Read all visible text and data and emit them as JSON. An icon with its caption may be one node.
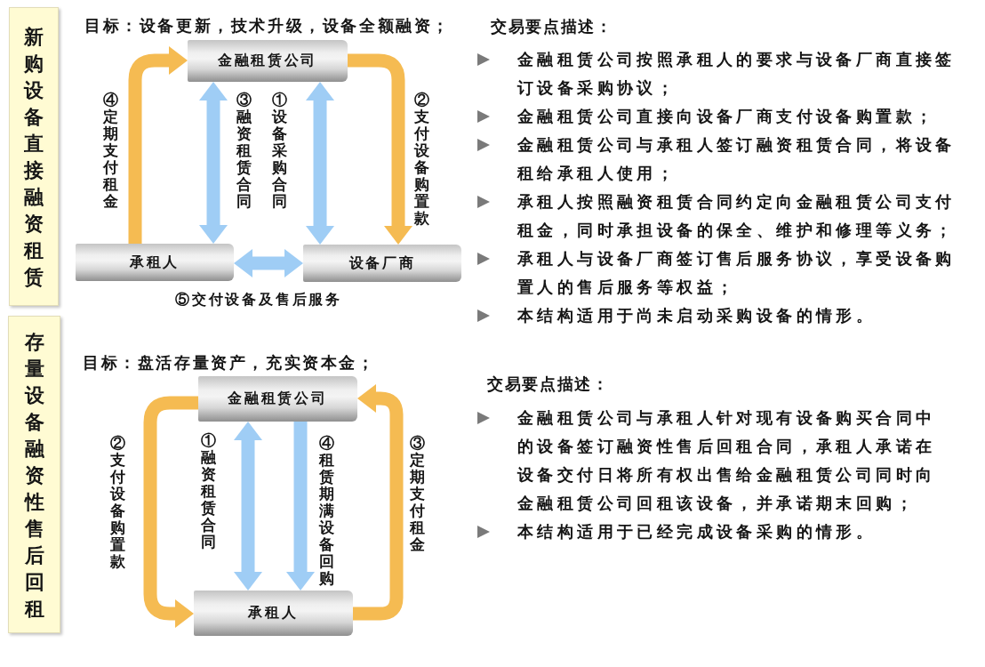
{
  "diagram": {
    "nodes": [
      {
        "text": [
          "新购设备直接融资租赁"
        ]
      },
      {
        "text": [
          "金融租赁公司"
        ]
      },
      {
        "text": [
          "承租人"
        ]
      },
      {
        "text": [
          "设备厂商"
        ]
      },
      {
        "text": [
          "存量设备融资性售后回租"
        ]
      },
      {
        "text": [
          "金融租赁公司"
        ]
      },
      {
        "text": [
          "承租人"
        ]
      }
    ],
    "edges": [
      {
        "from": 2,
        "to": 1,
        "arrow": "to",
        "label": "④定期支付租金",
        "color": "#f5bb52"
      },
      {
        "from": 1,
        "to": 3,
        "arrow": "to",
        "label": "②支付设备购置款",
        "color": "#f5bb52"
      },
      {
        "from": 1,
        "to": 2,
        "arrow": "both",
        "label": "③融资租赁合同"
      },
      {
        "from": 1,
        "to": 3,
        "arrow": "both",
        "label": "①设备采购合同"
      },
      {
        "from": 2,
        "to": 3,
        "arrow": "both",
        "label": "⑤交付设备及售后服务"
      },
      {
        "from": 5,
        "to": 6,
        "arrow": "to",
        "label": "②支付设备购置款",
        "color": "#f5bb52"
      },
      {
        "from": 6,
        "to": 5,
        "arrow": "to",
        "label": "③定期支付租金",
        "color": "#f5bb52"
      },
      {
        "from": 5,
        "to": 6,
        "arrow": "both",
        "label": "①融资租赁合同"
      },
      {
        "from": 5,
        "to": 6,
        "arrow": "to",
        "label": "④租赁期满设备回购"
      }
    ],
    "labels": [
      "目标：设备更新，技术升级，设备全额融资；",
      "交易要点描述：",
      "金融租赁公司按照承租人的要求与设备厂商直接签订设备采购协议；",
      "金融租赁公司直接向设备厂商支付设备购置款；",
      "金融租赁公司与承租人签订融资租赁合同，将设备租给承租人使用；",
      "承租人按照融资租赁合同约定向金融租赁公司支付租金，同时承担设备的保全、维护和修理等义务；",
      "承租人与设备厂商签订售后服务协议，享受设备购置人的售后服务等权益；",
      "本结构适用于尚未启动采购设备的情形。",
      "目标：盘活存量资产，充实资本金；",
      "交易要点描述：",
      "金融租赁公司与承租人针对现有设备购买合同中的设备签订融资性售后回租合同，承租人承诺在设备交付日将所有权出售给金融租赁公司同时向金融租赁公司回租该设备，并承诺期末回购；",
      "本结构适用于已经完成设备采购的情形。"
    ]
  }
}
